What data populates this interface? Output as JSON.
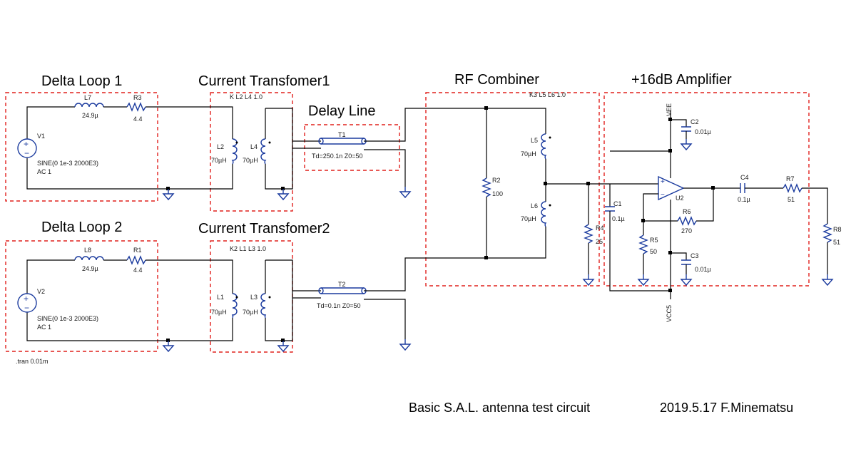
{
  "blocks": {
    "delta1": "Delta Loop 1",
    "delta2": "Delta Loop 2",
    "ct1": "Current Transfomer1",
    "ct2": "Current Transfomer2",
    "delay": "Delay Line",
    "combiner": "RF Combiner",
    "amp": "+16dB Amplifier"
  },
  "parts": {
    "L7": {
      "ref": "L7",
      "val": "24.9µ"
    },
    "R3": {
      "ref": "R3",
      "val": "4.4"
    },
    "V1": {
      "ref": "V1",
      "src": "SINE(0 1e-3 2000E3)",
      "ac": "AC 1"
    },
    "L8": {
      "ref": "L8",
      "val": "24.9µ"
    },
    "R1": {
      "ref": "R1",
      "val": "4.4"
    },
    "V2": {
      "ref": "V2",
      "src": "SINE(0 1e-3 2000E3)",
      "ac": "AC 1"
    },
    "K1": "K L2 L4 1.0",
    "K2": "K2 L1 L3 1.0",
    "K3": "K3 L5 L6 1.0",
    "L2": {
      "ref": "L2",
      "val": "70µH"
    },
    "L4": {
      "ref": "L4",
      "val": "70µH"
    },
    "L1": {
      "ref": "L1",
      "val": "70µH"
    },
    "L3": {
      "ref": "L3",
      "val": "70µH"
    },
    "T1": {
      "ref": "T1",
      "val": "Td=250.1n Z0=50"
    },
    "T2": {
      "ref": "T2",
      "val": "Td=0.1n Z0=50"
    },
    "R2": {
      "ref": "R2",
      "val": "100"
    },
    "L5": {
      "ref": "L5",
      "val": "70µH"
    },
    "L6": {
      "ref": "L6",
      "val": "70µH"
    },
    "R4": {
      "ref": "R4",
      "val": "25"
    },
    "C1": {
      "ref": "C1",
      "val": "0.1µ"
    },
    "C2": {
      "ref": "C2",
      "val": "0.01µ"
    },
    "C3": {
      "ref": "C3",
      "val": "0.01µ"
    },
    "C4": {
      "ref": "C4",
      "val": "0.1µ"
    },
    "R5": {
      "ref": "R5",
      "val": "50"
    },
    "R6": {
      "ref": "R6",
      "val": "270"
    },
    "R7": {
      "ref": "R7",
      "val": "51"
    },
    "R8": {
      "ref": "R8",
      "val": "51"
    },
    "U2": {
      "ref": "U2"
    },
    "VEE": "VEE",
    "VCC": "VCC5"
  },
  "directive": ".tran 0.01m",
  "footer": {
    "title": "Basic S.A.L. antenna test circuit",
    "author": "2019.5.17 F.Minematsu"
  },
  "colors": {
    "wire": "#000000",
    "component": "#1a3a9e",
    "block_border": "#e0201c"
  }
}
